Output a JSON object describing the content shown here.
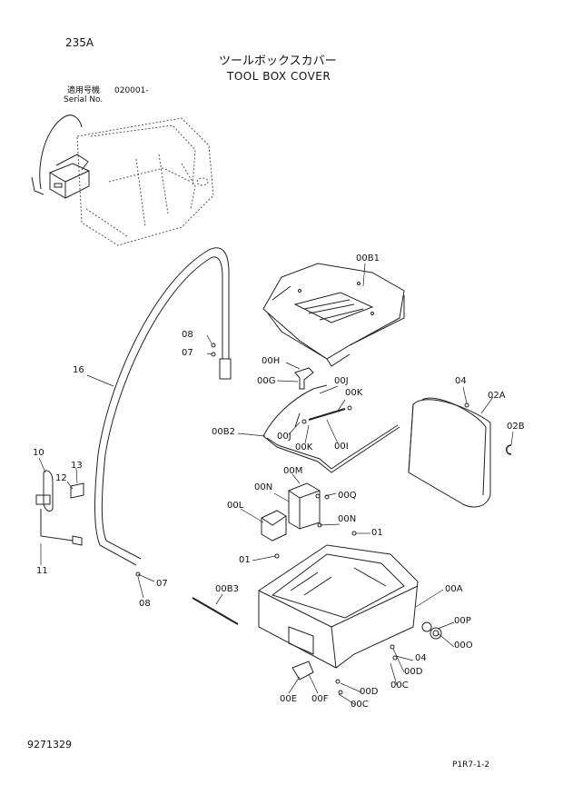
{
  "page_number": "235A",
  "title_jp": "ツールボックスカバー",
  "title_en": "TOOL BOX COVER",
  "serial_jp": "適用号機",
  "serial_range": "020001-",
  "serial_en": "Serial No.",
  "doc_number": "9271329",
  "page_code": "P1R7-1-2",
  "callouts": {
    "c00B1": "00B1",
    "c08a": "08",
    "c07a": "07",
    "c00H": "00H",
    "c00G": "00G",
    "c00J1": "00J",
    "c00K1": "00K",
    "c04a": "04",
    "c02A": "02A",
    "c02B": "02B",
    "c16": "16",
    "c00B2": "00B2",
    "c00J2": "00J",
    "c00K2": "00K",
    "c00I": "00I",
    "c10": "10",
    "c13": "13",
    "c12": "12",
    "c00M": "00M",
    "c00N1": "00N",
    "c00Q": "00Q",
    "c00L": "00L",
    "c00N2": "00N",
    "c01a": "01",
    "c01b": "01",
    "c11": "11",
    "c07b": "07",
    "c08b": "08",
    "c00B3": "00B3",
    "c00A": "00A",
    "c00P": "00P",
    "c00O": "00O",
    "c04b": "04",
    "c00D1": "00D",
    "c00C1": "00C",
    "c00E": "00E",
    "c00F": "00F",
    "c00D2": "00D",
    "c00C2": "00C"
  }
}
